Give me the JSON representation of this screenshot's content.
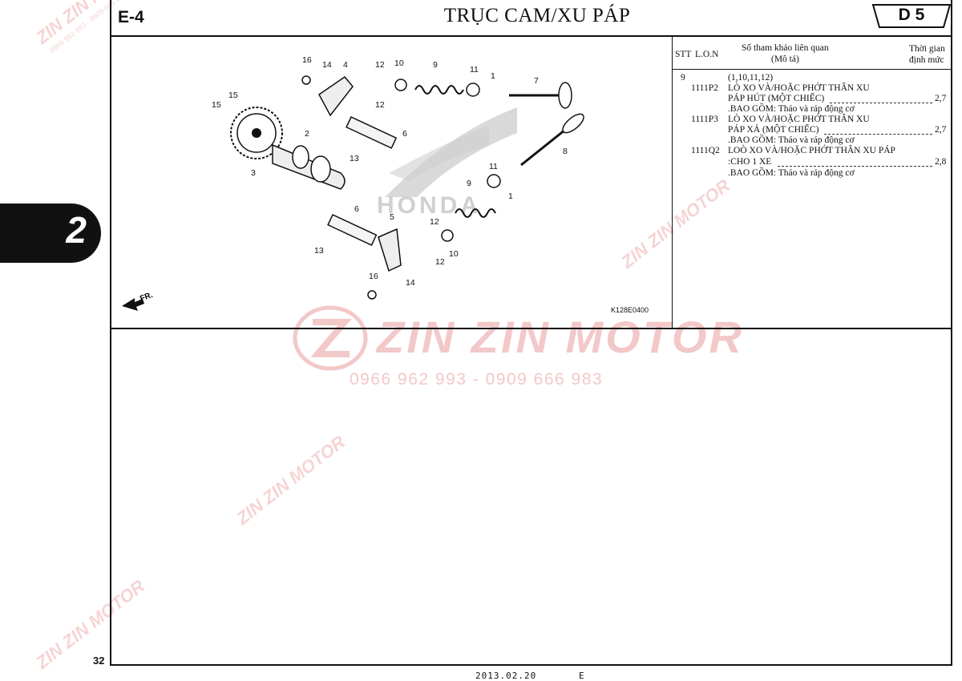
{
  "header": {
    "section_code": "E-4",
    "title": "TRỤC CAM/XU PÁP",
    "badge": "D 5"
  },
  "chapter": {
    "number": "2"
  },
  "page": {
    "number": "32"
  },
  "footer": {
    "date": "2013.02.20",
    "code": "E"
  },
  "table": {
    "headers": {
      "stt": "STT",
      "lon": "L.O.N",
      "ref_line1": "Số tham khảo liên quan",
      "ref_line2": "(Mô tả)",
      "time_line1": "Thời gian",
      "time_line2": "định mức"
    },
    "group": {
      "stt": "9",
      "refs": "(1,10,11,12)"
    },
    "entries": [
      {
        "code": "1111P2",
        "line1": "LÒ XO VÀ/HOẶC PHỚT THÂN XU",
        "line2": "PÁP HÚT (MỘT CHIẾC)",
        "time": "2,7",
        "note": ".BAO GỒM: Tháo và ráp động cơ"
      },
      {
        "code": "1111P3",
        "line1": "LÒ XO VÀ/HOẶC PHỚT THÂN XU",
        "line2": "PÁP XẢ (MỘT CHIẾC)",
        "time": "2,7",
        "note": ".BAO GỒM: Tháo và ráp động cơ"
      },
      {
        "code": "1111Q2",
        "line1": "LOÒ XO VÀ/HOẶC PHỚT THÂN XU PÁP",
        "line2": ":CHO 1 XE",
        "time": "2,8",
        "note": ".BAO GỒM: Tháo và ráp động cơ"
      }
    ]
  },
  "diagram": {
    "code": "K128E0400",
    "direction": "FR.",
    "labels": [
      "16",
      "14",
      "4",
      "12",
      "10",
      "9",
      "11",
      "1",
      "7",
      "15",
      "15",
      "2",
      "6",
      "3",
      "13",
      "12",
      "11",
      "9",
      "1",
      "8",
      "6",
      "5",
      "12",
      "13",
      "12",
      "10",
      "16",
      "14"
    ],
    "logo_text": "HONDA"
  },
  "watermark": {
    "brand": "ZIN ZIN MOTOR",
    "phones": "0966 962 993 - 0909 666 983"
  },
  "colors": {
    "ink": "#111111",
    "watermark": "#f3c8c8"
  }
}
